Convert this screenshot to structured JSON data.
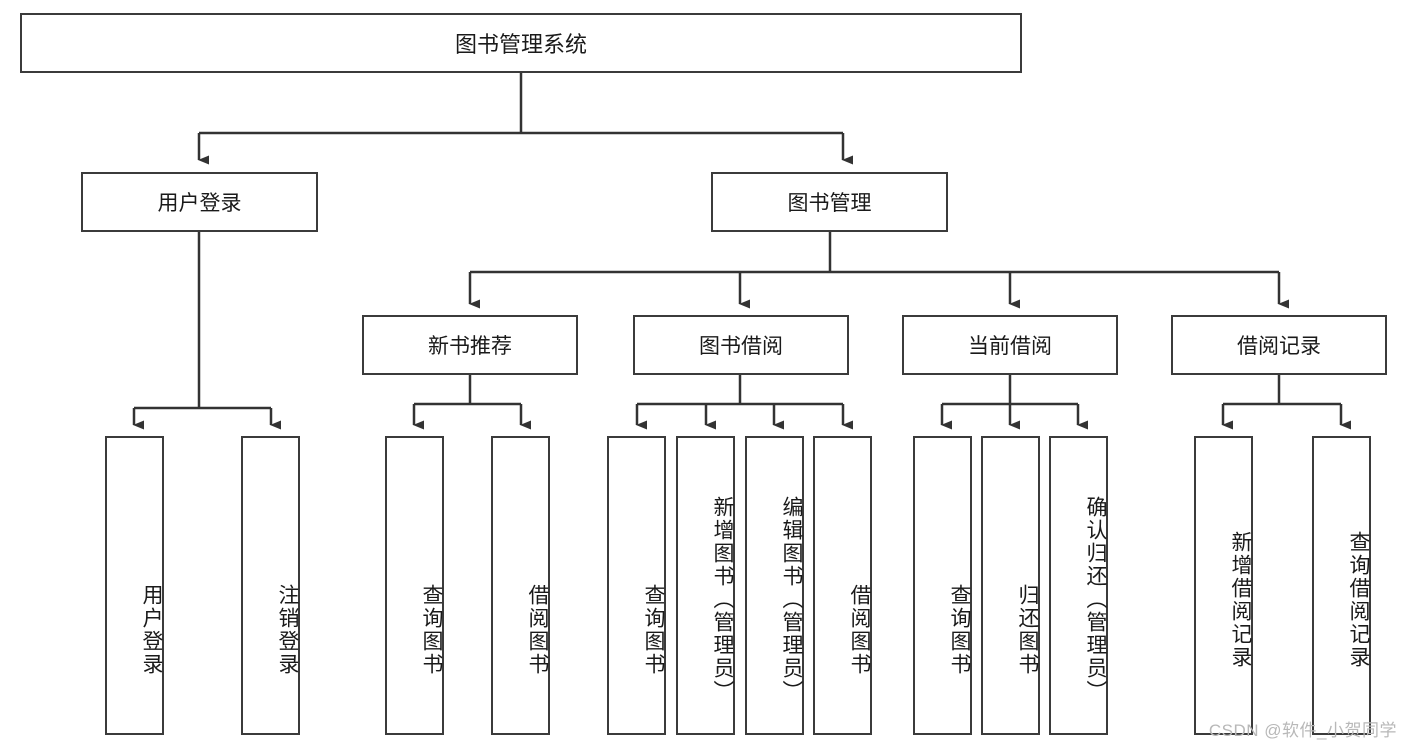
{
  "diagram": {
    "type": "tree",
    "title": "图书管理系统",
    "watermark": "CSDN @软件_小贺同学",
    "colors": {
      "box_border": "#3b3b3b",
      "box_fill": "#ffffff",
      "edge": "#333333",
      "text": "#1a1a1a",
      "watermark": "#b8b8b8"
    },
    "nodes": {
      "root": {
        "label": "图书管理系统"
      },
      "level2": [
        {
          "id": "user-login",
          "label": "用户登录"
        },
        {
          "id": "book-management",
          "label": "图书管理"
        }
      ],
      "level3": [
        {
          "id": "new-book-recommend",
          "label": "新书推荐"
        },
        {
          "id": "book-borrow",
          "label": "图书借阅"
        },
        {
          "id": "current-borrow",
          "label": "当前借阅"
        },
        {
          "id": "borrow-record",
          "label": "借阅记录"
        }
      ],
      "leaves": {
        "user_login": [
          {
            "id": "leaf-user-login",
            "label": "用户登录"
          },
          {
            "id": "leaf-logout-login",
            "label": "注销登录"
          }
        ],
        "new_book_recommend": [
          {
            "id": "leaf-query-book-1",
            "label": "查询图书"
          },
          {
            "id": "leaf-borrow-book-1",
            "label": "借阅图书"
          }
        ],
        "book_borrow": [
          {
            "id": "leaf-query-book-2",
            "label": "查询图书"
          },
          {
            "id": "leaf-add-book-admin",
            "label": "新增图书（管理员）"
          },
          {
            "id": "leaf-edit-book-admin",
            "label": "编辑图书（管理员）"
          },
          {
            "id": "leaf-borrow-book-2",
            "label": "借阅图书"
          }
        ],
        "current_borrow": [
          {
            "id": "leaf-query-book-3",
            "label": "查询图书"
          },
          {
            "id": "leaf-return-book",
            "label": "归还图书"
          },
          {
            "id": "leaf-confirm-return-admin",
            "label": "确认归还（管理员）"
          }
        ],
        "borrow_record": [
          {
            "id": "leaf-add-borrow-record",
            "label": "新增借阅记录"
          },
          {
            "id": "leaf-query-borrow-record",
            "label": "查询借阅记录"
          }
        ]
      }
    }
  }
}
